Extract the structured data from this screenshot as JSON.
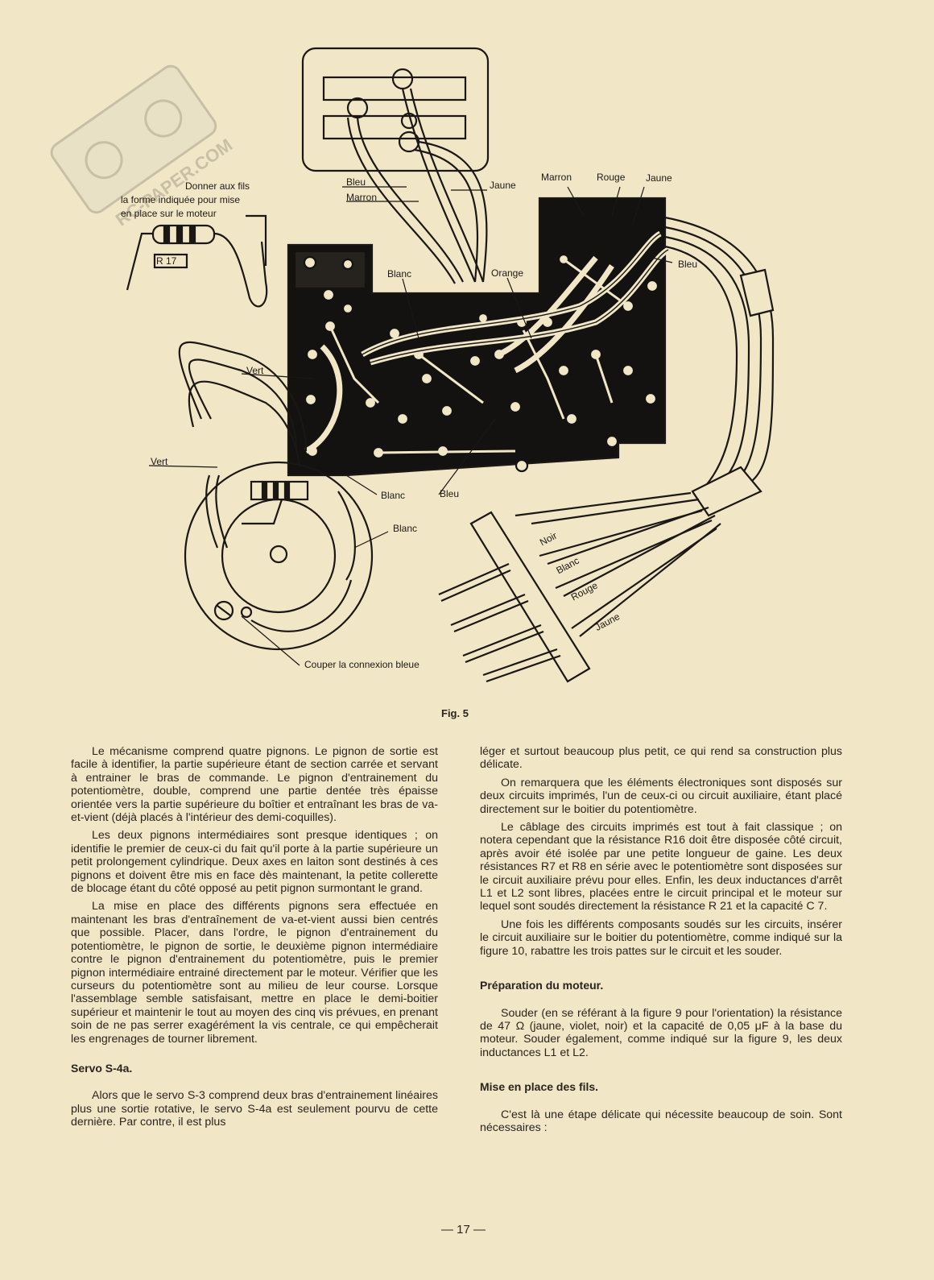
{
  "watermark": "RC-PAPER.COM",
  "figure": {
    "caption": "Fig. 5",
    "labels": {
      "instruction": [
        "Donner aux fils",
        "la forme indiquée pour mise",
        "en place sur le moteur"
      ],
      "r17": "R 17",
      "bleu_top": "Bleu",
      "marron_top": "Marron",
      "jaune_top": "Jaune",
      "marron_right": "Marron",
      "rouge_right": "Rouge",
      "jaune_right": "Jaune",
      "bleu_right": "Bleu",
      "blanc_mid": "Blanc",
      "orange": "Orange",
      "vert_mid": "Vert",
      "vert_left": "Vert",
      "blanc_bottom": "Blanc",
      "bleu_bottom": "Bleu",
      "blanc_motor": "Blanc",
      "couper": "Couper la connexion bleue",
      "noir": "Noir",
      "blanc_conn": "Blanc",
      "rouge_conn": "Rouge",
      "jaune_conn": "Jaune"
    }
  },
  "left_column": {
    "p1": "Le mécanisme comprend quatre pignons. Le pignon de sortie est facile à identifier, la partie supérieure étant de section carrée et servant à entrainer le bras de commande. Le pignon d'entrainement du potentiomètre, double, comprend une partie dentée très épaisse orientée vers la partie supérieure du boîtier et entraînant les bras de va-et-vient (déjà placés à l'intérieur des demi-coquilles).",
    "p2": "Les deux pignons intermédiaires sont presque identiques ; on identifie le premier de ceux-ci du fait qu'il porte à la partie supérieure un petit prolongement cylindrique. Deux axes en laiton sont destinés à ces pignons et doivent être mis en face dès maintenant, la petite collerette de blocage étant du côté opposé au petit pignon surmontant le grand.",
    "p3": "La mise en place des différents pignons sera effectuée en maintenant les bras d'entraînement de va-et-vient aussi bien centrés que possible. Placer, dans l'ordre, le pignon d'entrainement du potentiomètre, le pignon de sortie, le deuxième pignon intermédiaire contre le pignon d'entrainement du potentiomètre, puis le premier pignon intermédiaire entrainé directement par le moteur. Vérifier que les curseurs du potentiomètre sont au milieu de leur course. Lorsque l'assemblage semble satisfaisant, mettre en place le demi-boitier supérieur et maintenir le tout au moyen des cinq vis prévues, en prenant soin de ne pas serrer exagérément la vis centrale, ce qui empêcherait les engrenages de tourner librement.",
    "h1": "Servo S-4a.",
    "p4": "Alors que le servo S-3 comprend deux bras d'entrainement linéaires plus une sortie rotative, le servo S-4a est seulement pourvu de cette dernière. Par contre, il est plus"
  },
  "right_column": {
    "p1": "léger et surtout beaucoup plus petit, ce qui rend sa construction plus délicate.",
    "p2": "On remarquera que les éléments électroniques sont disposés sur deux circuits imprimés, l'un de ceux-ci ou circuit auxiliaire, étant placé directement sur le boitier du potentiomètre.",
    "p3": "Le câblage des circuits imprimés est tout à fait classique ; on notera cependant que la résistance R16 doit être disposée côté circuit, après avoir été isolée par une petite longueur de gaine. Les deux résistances R7 et R8 en série avec le potentiomètre sont disposées sur le circuit auxiliaire prévu pour elles. Enfin, les deux inductances d'arrêt L1 et L2 sont libres, placées entre le circuit principal et le moteur sur lequel sont soudés directement la résistance R 21 et la capacité C 7.",
    "p4": "Une fois les différents composants soudés sur les circuits, insérer le circuit auxiliaire sur le boitier du potentiomètre, comme indiqué sur la figure 10, rabattre les trois pattes sur le circuit et les souder.",
    "h1": "Préparation du moteur.",
    "p5": "Souder (en se référant à la figure 9 pour l'orientation) la résistance de 47 Ω (jaune, violet, noir) et la capacité de 0,05 μF à la base du moteur. Souder également, comme indiqué sur la figure 9, les deux inductances L1 et L2.",
    "h2": "Mise en place des fils.",
    "p6": "C'est là une étape délicate qui nécessite beaucoup de soin. Sont nécessaires :"
  },
  "page_number": "— 17 —"
}
